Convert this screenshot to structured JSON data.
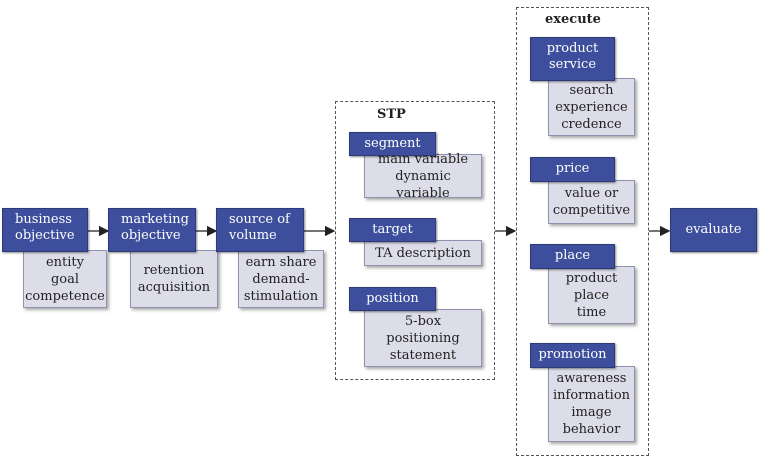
{
  "stages": {
    "business_objective": {
      "title": "business\nobjective",
      "items": "entity\ngoal\ncompetence"
    },
    "marketing_objective": {
      "title": "marketing\nobjective",
      "items": "retention\nacquisition"
    },
    "source_of_volume": {
      "title": "source of\nvolume",
      "items": "earn share\ndemand-\nstimulation"
    }
  },
  "stp": {
    "title": "STP",
    "segment": {
      "title": "segment",
      "items": "main variable\ndynamic variable"
    },
    "target": {
      "title": "target",
      "items": "TA description"
    },
    "position": {
      "title": "position",
      "items": "5-box\npositioning\nstatement"
    }
  },
  "execute": {
    "title": "execute",
    "product": {
      "title": "product\nservice",
      "items": "search\nexperience\ncredence"
    },
    "price": {
      "title": "price",
      "items": "value or\ncompetitive"
    },
    "place": {
      "title": "place",
      "items": "product\nplace\ntime"
    },
    "promotion": {
      "title": "promotion",
      "items": "awareness\ninformation\nimage\nbehavior"
    }
  },
  "evaluate": {
    "title": "evaluate"
  },
  "colors": {
    "header_fill": "#3d4f9c",
    "subbox_fill": "#dcdde9",
    "dashed_border": "#555555"
  }
}
